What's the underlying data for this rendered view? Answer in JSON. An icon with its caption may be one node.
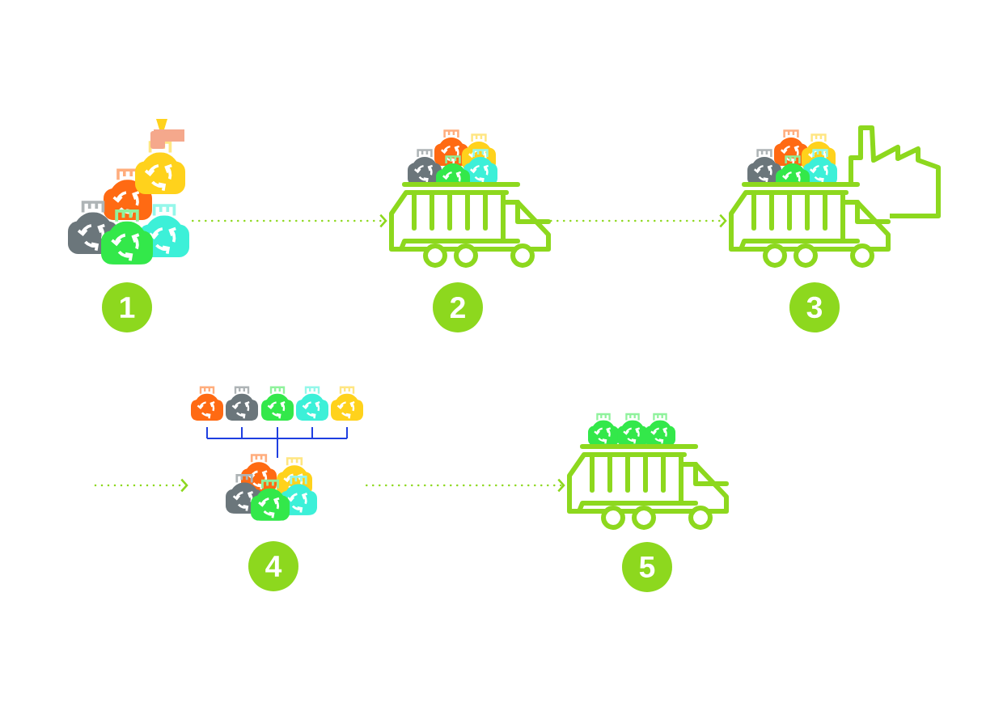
{
  "diagram": {
    "nodes": [
      {
        "text": [],
        "shape": "picture"
      },
      {
        "text": [
          "1"
        ]
      },
      {
        "text": [],
        "shape": "picture"
      },
      {
        "text": [
          "2"
        ]
      },
      {
        "text": [],
        "shape": "picture"
      },
      {
        "text": [
          "3"
        ]
      },
      {
        "text": [],
        "shape": "picture"
      },
      {
        "text": [
          "4"
        ]
      },
      {
        "text": [],
        "shape": "picture"
      },
      {
        "text": [
          "5"
        ]
      }
    ],
    "edges": [
      {
        "from": 0,
        "to": 2,
        "arrow": "to"
      },
      {
        "from": 2,
        "to": 4,
        "arrow": "to"
      },
      {
        "from": null,
        "to": 6,
        "arrow": "to"
      },
      {
        "from": 6,
        "to": 8,
        "arrow": "to"
      }
    ]
  }
}
